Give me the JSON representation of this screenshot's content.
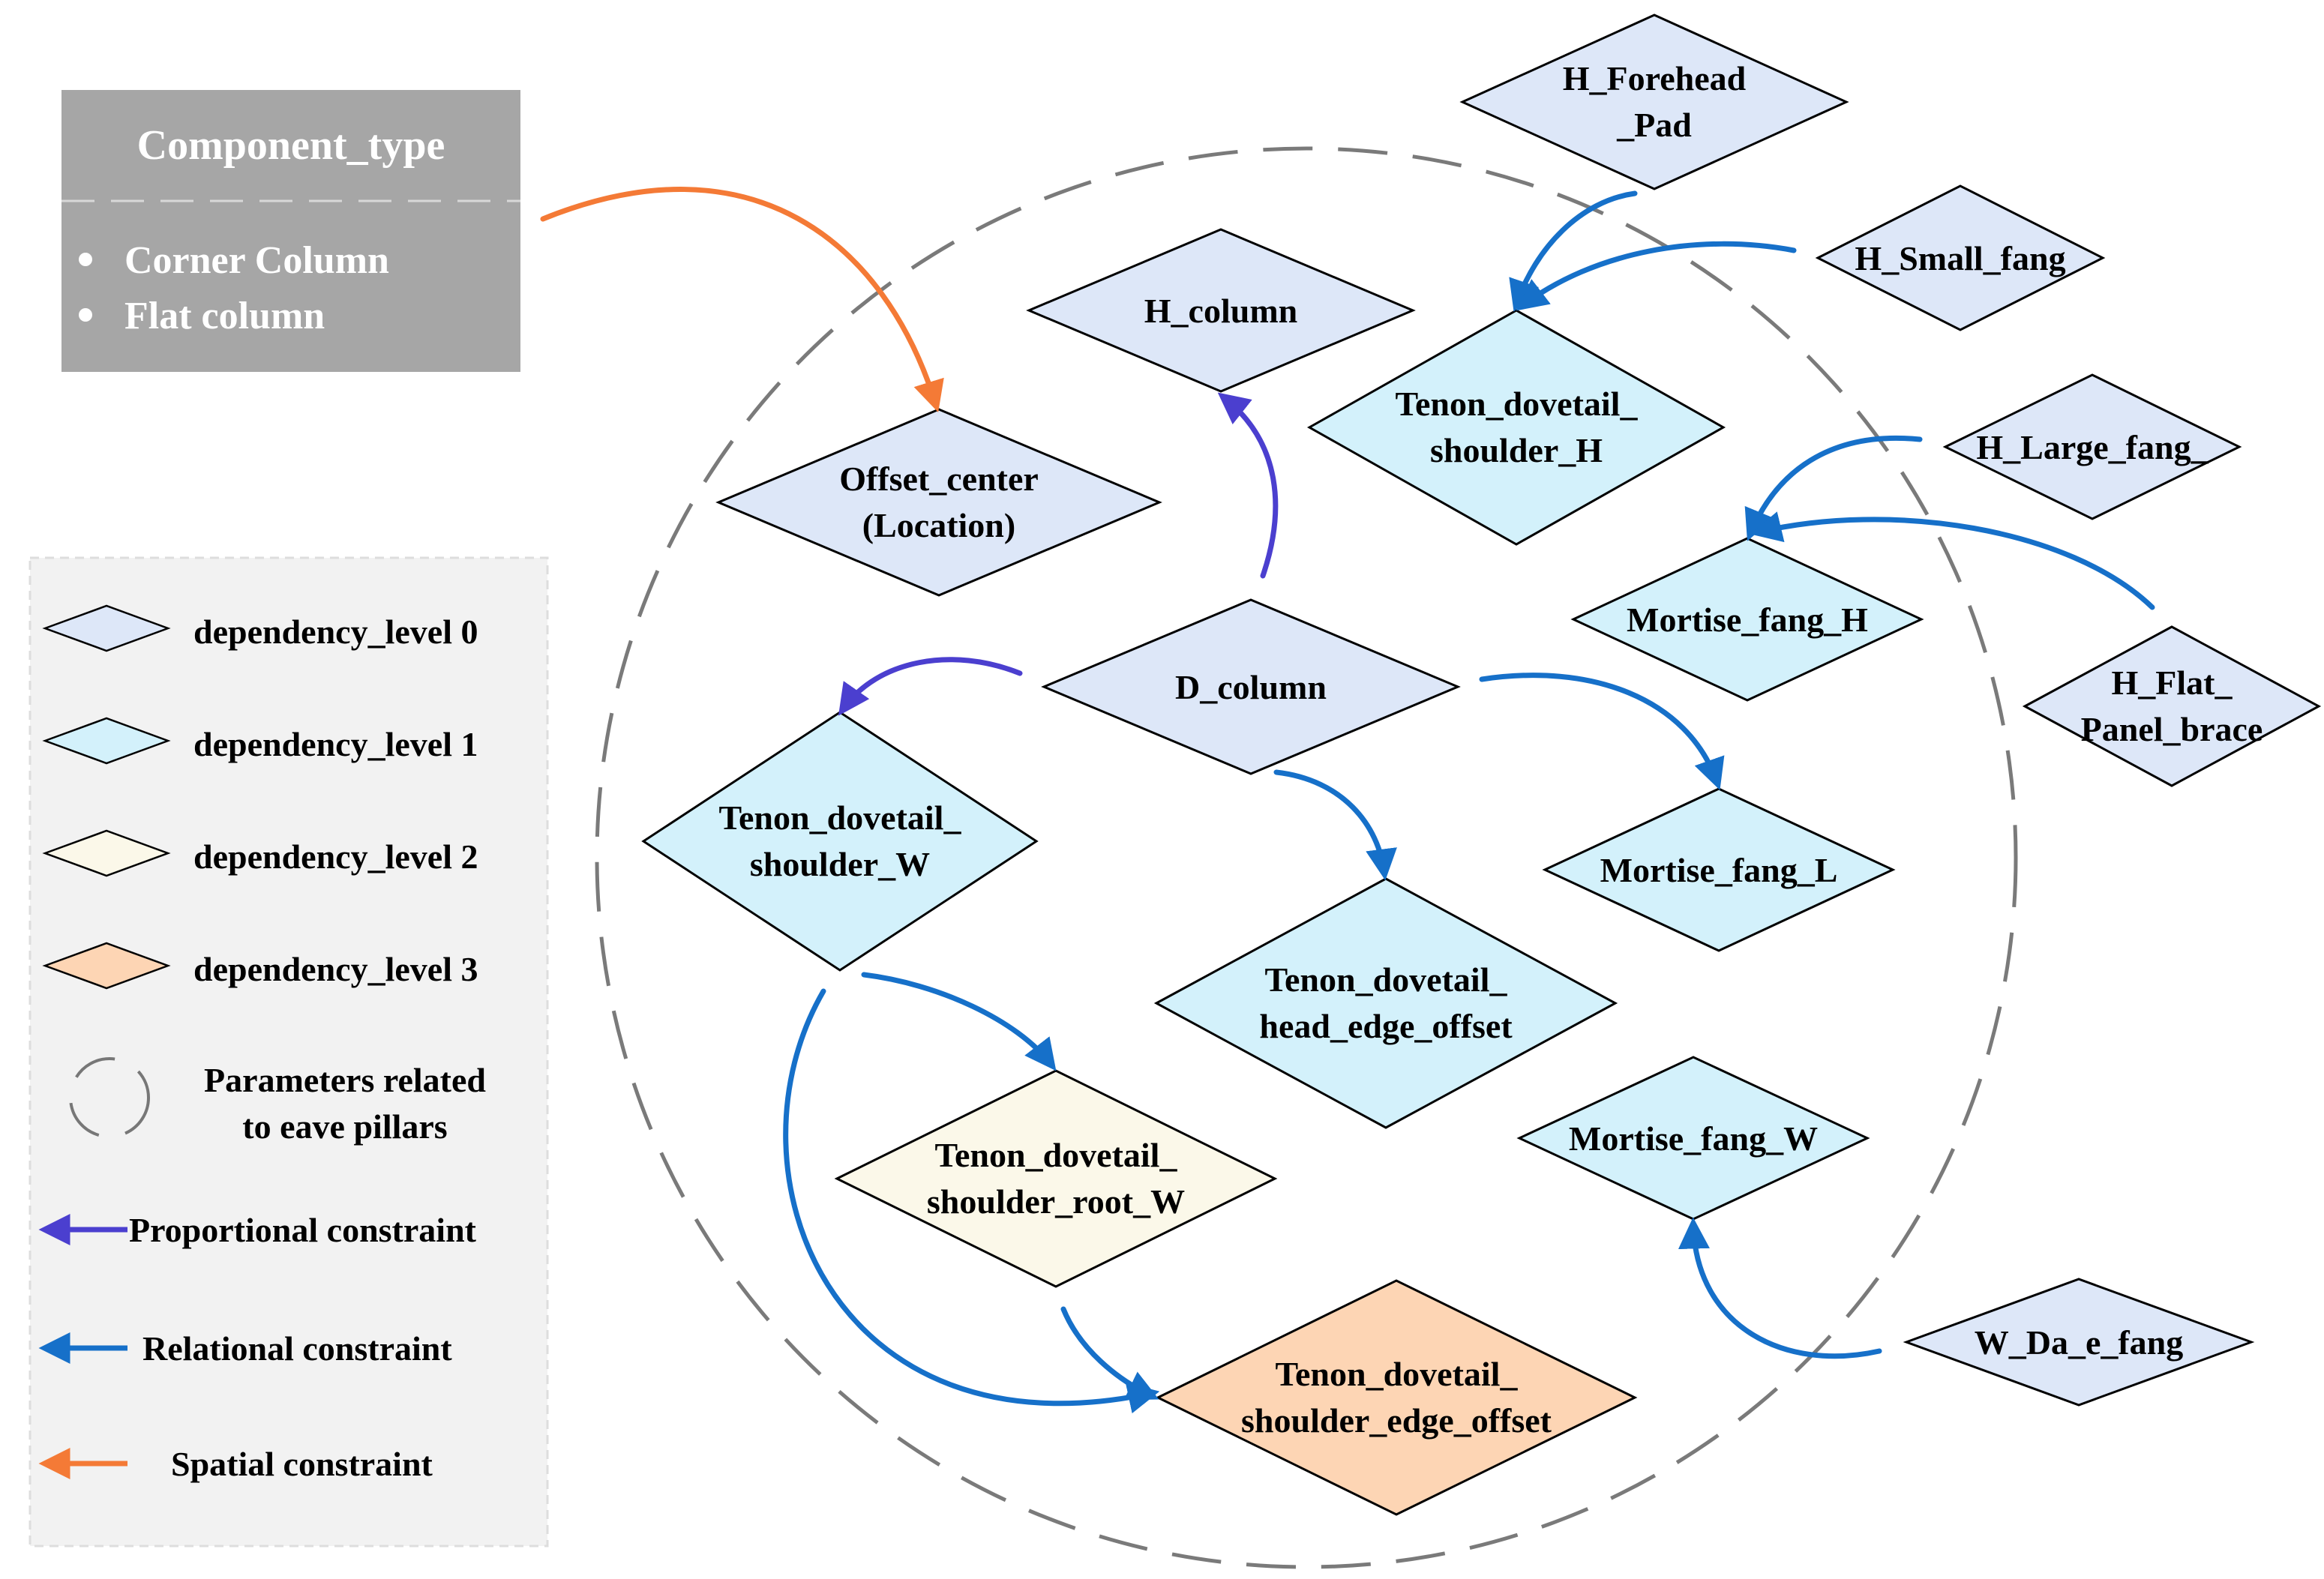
{
  "component_type": {
    "title": "Component_type",
    "items": [
      "Corner Column",
      "Flat column"
    ]
  },
  "legend": {
    "level0": "dependency_level 0",
    "level1": "dependency_level 1",
    "level2": "dependency_level 2",
    "level3": "dependency_level 3",
    "eave_line1": "Parameters related",
    "eave_line2": "to eave pillars",
    "proportional": "Proportional constraint",
    "relational": "Relational constraint",
    "spatial": "Spatial constraint"
  },
  "colors": {
    "level0": "#dde7f8",
    "level1": "#d3f1fb",
    "level2": "#fbf8e9",
    "level3": "#fdd5b4",
    "proportional": "#4b3fcf",
    "relational": "#1670c9",
    "spatial": "#f47a36",
    "component_box": "#a6a6a6",
    "legend_box": "#f2f2f2"
  },
  "nodes": {
    "h_forehead_pad": [
      "H_Forehead",
      "_Pad"
    ],
    "h_small_fang": [
      "H_Small_fang"
    ],
    "h_column": [
      "H_column"
    ],
    "tenon_shoulder_h": [
      "Tenon_dovetail_",
      "shoulder_H"
    ],
    "offset_center": [
      "Offset_center",
      "(Location)"
    ],
    "h_large_fang": [
      "H_Large_fang_"
    ],
    "mortise_fang_h": [
      "Mortise_fang_H"
    ],
    "d_column": [
      "D_column"
    ],
    "h_flat_panel_brace": [
      "H_Flat_",
      "Panel_brace"
    ],
    "tenon_shoulder_w": [
      "Tenon_dovetail_",
      "shoulder_W"
    ],
    "mortise_fang_l": [
      "Mortise_fang_L"
    ],
    "tenon_head_edge_offset": [
      "Tenon_dovetail_",
      "head_edge_offset"
    ],
    "mortise_fang_w": [
      "Mortise_fang_W"
    ],
    "tenon_shoulder_root_w": [
      "Tenon_dovetail_",
      "shoulder_root_W"
    ],
    "w_da_e_fang": [
      "W_Da_e_fang"
    ],
    "tenon_shoulder_edge_offset": [
      "Tenon_dovetail_",
      "shoulder_edge_offset"
    ]
  }
}
